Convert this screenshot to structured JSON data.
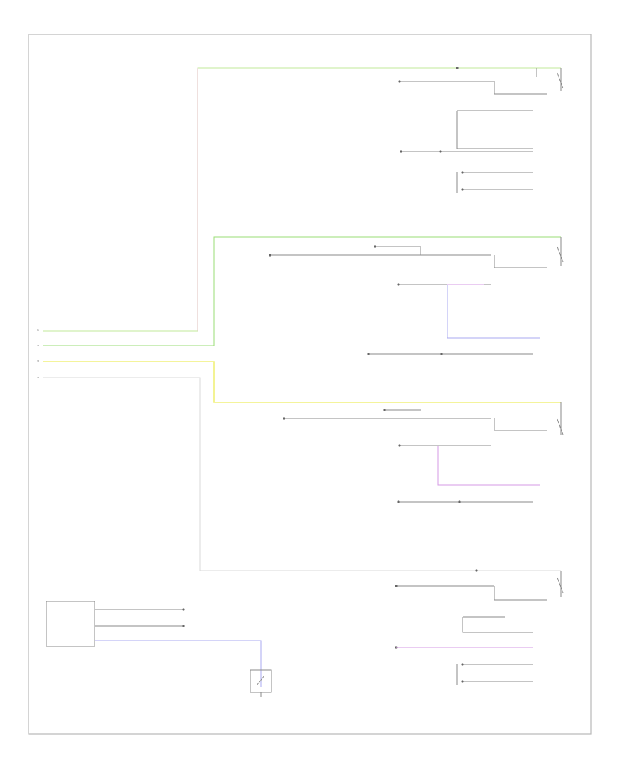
{
  "page": {
    "footer_code": ""
  },
  "colors": {
    "green_pink": "#c2ea9a",
    "pink": "#e7b8c6",
    "green": "#9ade74",
    "yellow": "#f0f07a",
    "white": "#d9d9d9",
    "purple_blue": "#a8a8f0",
    "violet": "#d59ae4",
    "black": "#8a8a8a"
  },
  "left_pins": [
    {
      "pin": "1",
      "color": ""
    },
    {
      "pin": "2",
      "color": ""
    },
    {
      "pin": "3",
      "color": ""
    },
    {
      "pin": "4",
      "color": ""
    }
  ],
  "notes": [
    "",
    ""
  ],
  "bottom_module": {
    "title": "",
    "pins": [
      "",
      "",
      ""
    ],
    "ground_component": ""
  }
}
